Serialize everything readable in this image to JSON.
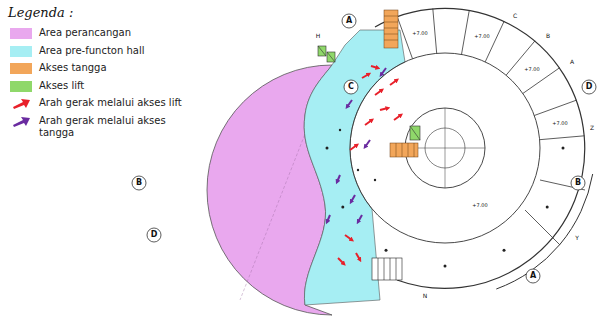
{
  "diagram": {
    "labels": [
      "Legenda :",
      "A",
      "C",
      "D",
      "B",
      "B",
      "D",
      "A",
      "+7.00",
      "+7.00",
      "+7.00",
      "+7.00",
      "+7.00",
      "H",
      "C",
      "B",
      "A",
      "Z",
      "Y",
      "N"
    ],
    "legend": [
      {
        "text": "Area perancangan",
        "color": "#e9a8ee"
      },
      {
        "text": "Area pre-functon hall",
        "color": "#a6eef3"
      },
      {
        "text": "Akses tangga",
        "color": "#f2a65a"
      },
      {
        "text": "Akses lift",
        "color": "#8fd86a"
      },
      {
        "text": "Arah gerak melalui akses lift"
      },
      {
        "text": "Arah gerak melalui akses tangga"
      }
    ]
  }
}
